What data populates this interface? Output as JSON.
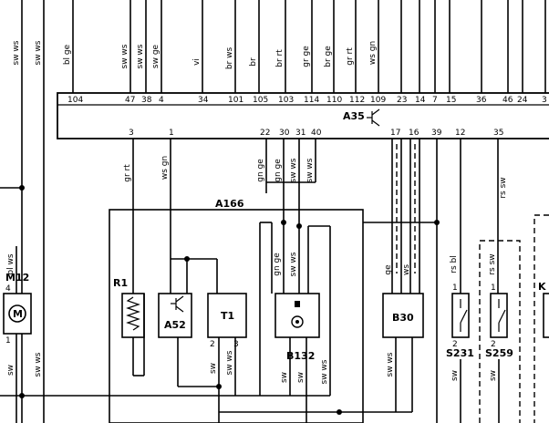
{
  "diagram": {
    "title": "",
    "left_wires": [
      "sw ws",
      "sw ws"
    ],
    "top_wire_colors": {
      "p104": "bl ge",
      "p47": "sw ws",
      "p38": "sw ws",
      "p4": "sw ge",
      "p34": "vi",
      "p101": "br ws",
      "p105": "br",
      "p103": "br rt",
      "p114": "gr ge",
      "p110": "br ge",
      "p112": "gr rt",
      "p109": "ws gn"
    },
    "a35": {
      "label": "A35",
      "top_pins": [
        "104",
        "47",
        "38",
        "4",
        "34",
        "101",
        "105",
        "103",
        "114",
        "110",
        "112",
        "109",
        "23",
        "14",
        "7",
        "15",
        "36",
        "46",
        "24",
        "3"
      ],
      "bottom_pins": [
        "3",
        "1",
        "22",
        "30",
        "31",
        "40",
        "17",
        "16",
        "39",
        "12",
        "35"
      ]
    },
    "a166": {
      "label": "A166",
      "wire_pin3": "gr rt",
      "wire_pin1": "ws gn",
      "wire_pin22": "gn ge",
      "wire_pin30": "gn ge",
      "wire_pin31": "sw ws",
      "wire_pin40": "sw ws"
    },
    "components": {
      "r1": "R1",
      "a52": "A52",
      "t1": "T1",
      "b132": "B132",
      "b30": "B30",
      "s231": "S231",
      "s259": "S259",
      "m12": "M12",
      "m12_symbol": "M",
      "k_partial": "K"
    },
    "inner_wires": {
      "b132_left": "gn ge",
      "b132_right": "sw ws",
      "b30_left": "ge",
      "b30_right": "ws",
      "s231_wire": "rs bl",
      "s259_wire": "rs sw",
      "pin35_wire": "rs sw",
      "m12_wire": "bl ws",
      "bottom_t1": "sw ws",
      "bottom_sw1": "sw",
      "bottom_sw2": "sw",
      "bottom_b132_a": "sw",
      "bottom_b132_b": "sw ws",
      "bottom_b30": "sw ws",
      "bottom_s231": "sw",
      "bottom_s259": "sw",
      "bottom_left_a": "sw",
      "bottom_left_b": "sw ws"
    },
    "pin_numbers": {
      "m12_top": "4",
      "m12_bottom": "1",
      "t1_bottom": "2",
      "t1_bottom2": "3",
      "s231_top": "1",
      "s231_bottom": "2",
      "s259_top": "1",
      "s259_bottom": "2"
    }
  }
}
